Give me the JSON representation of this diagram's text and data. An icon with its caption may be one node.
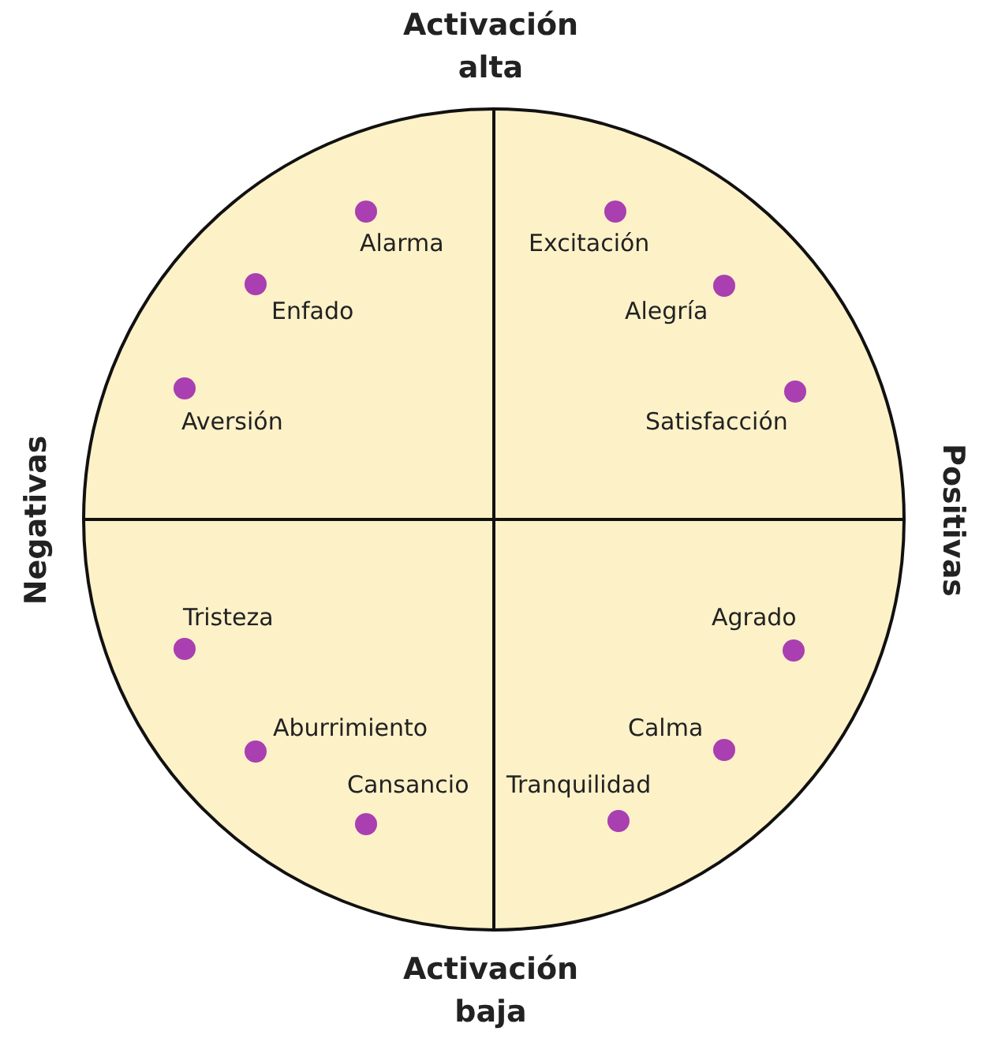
{
  "diagram": {
    "labels": [
      "Activación alta",
      "Alarma",
      "Excitación",
      "Enfado",
      "Alegría",
      "Aversión",
      "Satisfacción",
      "Negativas",
      "Positivas",
      "Tristeza",
      "Agrado",
      "Aburrimiento",
      "Calma",
      "Cansancio",
      "Tranquilidad",
      "Activación baja"
    ]
  }
}
